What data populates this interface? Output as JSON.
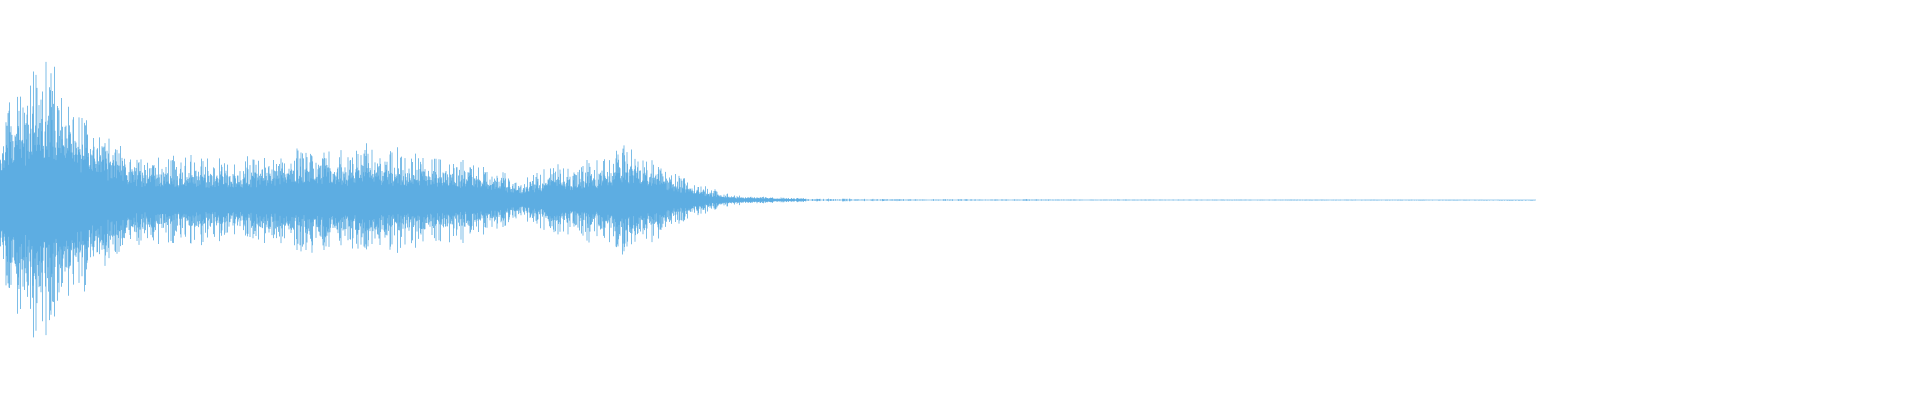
{
  "waveform": {
    "color": "#5dade2",
    "background": "#ffffff",
    "channels": 1,
    "envelope": {
      "time_fraction": [
        0.0,
        0.003,
        0.012,
        0.024,
        0.032,
        0.045,
        0.06,
        0.075,
        0.085,
        0.1,
        0.13,
        0.17,
        0.175,
        0.19,
        0.205,
        0.22,
        0.245,
        0.26,
        0.27,
        0.285,
        0.29,
        0.295,
        0.31,
        0.33,
        0.35,
        0.37,
        0.38,
        0.4,
        0.42,
        0.44,
        0.5,
        0.55,
        0.62,
        0.7,
        0.8
      ],
      "peak_amplitude": [
        0.45,
        0.53,
        0.62,
        0.78,
        0.6,
        0.5,
        0.32,
        0.22,
        0.22,
        0.22,
        0.21,
        0.3,
        0.26,
        0.3,
        0.26,
        0.24,
        0.21,
        0.16,
        0.09,
        0.17,
        0.19,
        0.17,
        0.22,
        0.3,
        0.14,
        0.06,
        0.03,
        0.015,
        0.01,
        0.007,
        0.005,
        0.004,
        0.003,
        0.002,
        0.0
      ]
    },
    "silent_after_fraction": 0.8
  }
}
